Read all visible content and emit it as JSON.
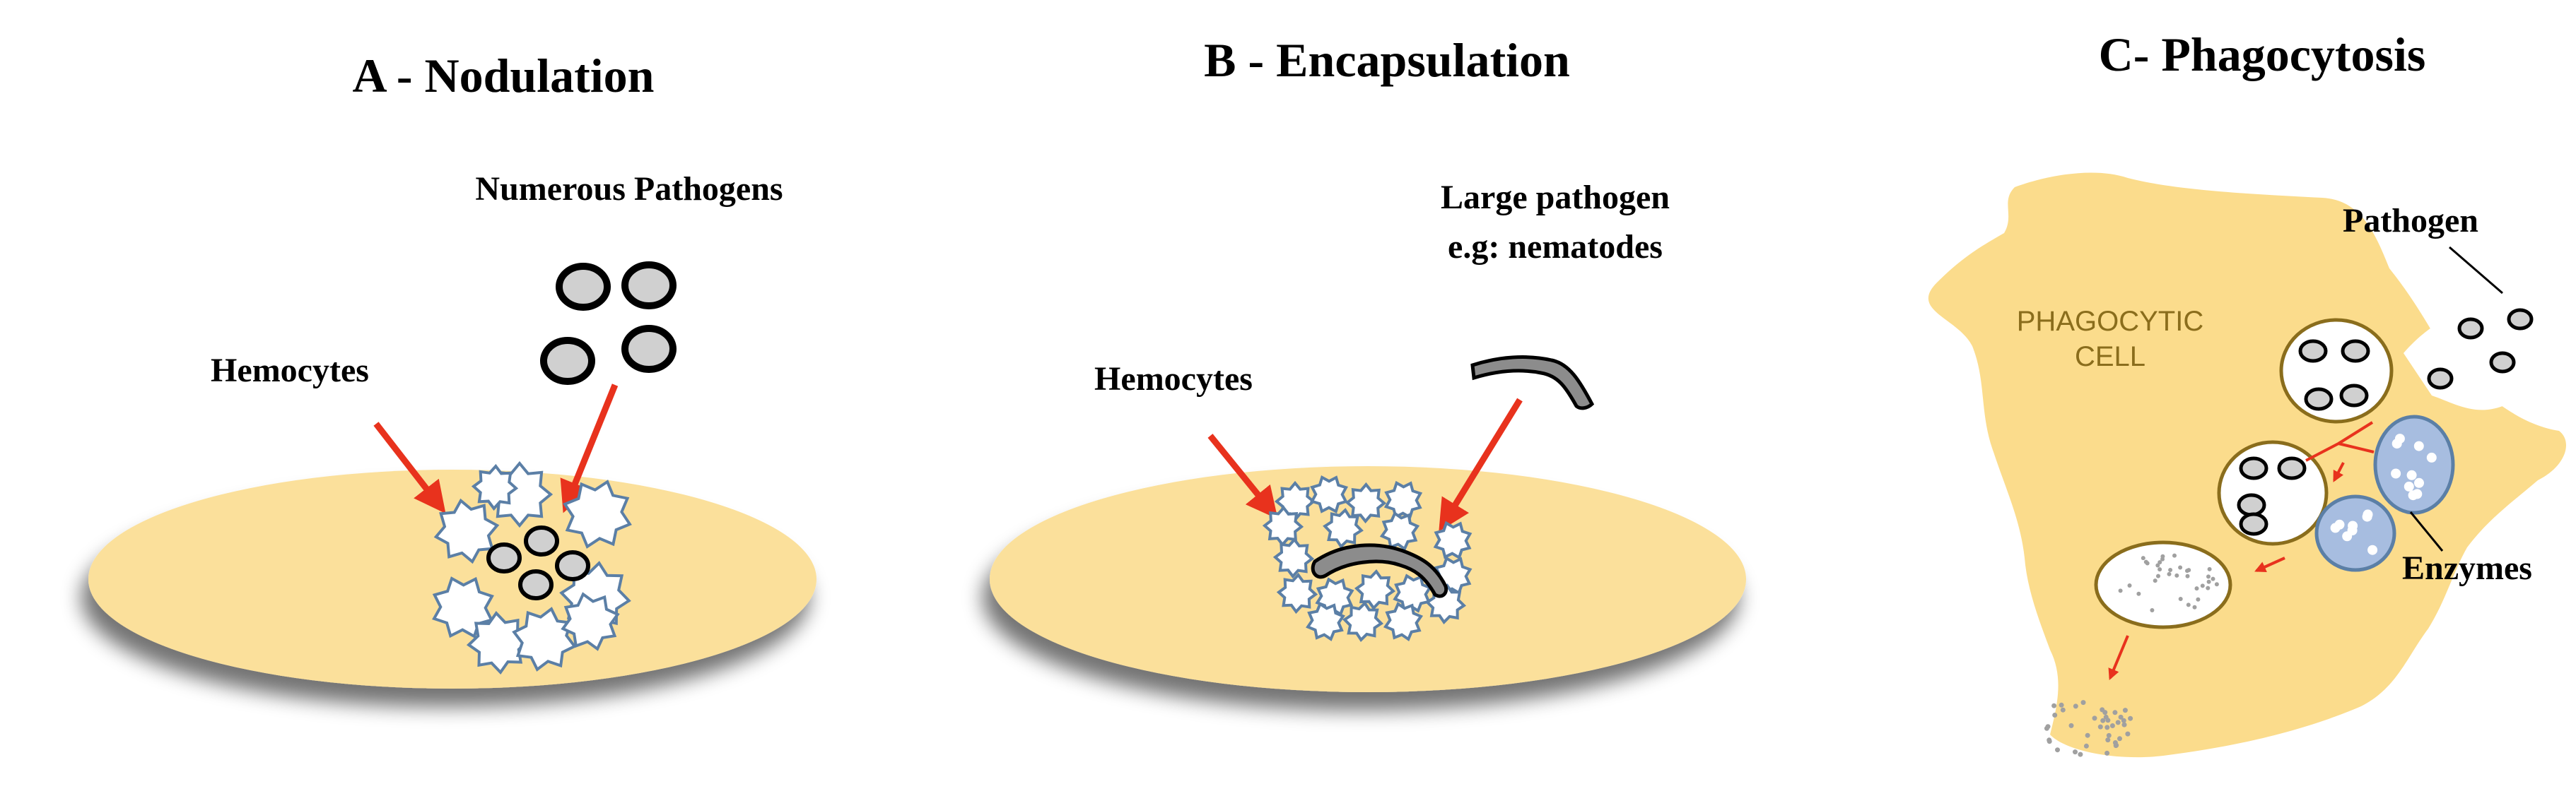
{
  "panels": {
    "a": {
      "title": "A - Nodulation",
      "pathogen_label": "Numerous Pathogens",
      "hemocyte_label": "Hemocytes"
    },
    "b": {
      "title": "B - Encapsulation",
      "pathogen_label_line1": "Large pathogen",
      "pathogen_label_line2": "e.g: nematodes",
      "hemocyte_label": "Hemocytes"
    },
    "c": {
      "title": "C- Phagocytosis",
      "cell_label_line1": "PHAGOCYTIC",
      "cell_label_line2": "CELL",
      "pathogen_label": "Pathogen",
      "enzyme_label": "Enzymes"
    }
  },
  "colors": {
    "tissue": "#fbe09b",
    "cell": "#fbdc8c",
    "arrow": "#e8321d",
    "hemocyte_stroke": "#5b7fa6",
    "pathogen_fill": "#d0d0d0",
    "enzyme_fill": "#a7bde0",
    "nematode": "#8c8c8c"
  }
}
